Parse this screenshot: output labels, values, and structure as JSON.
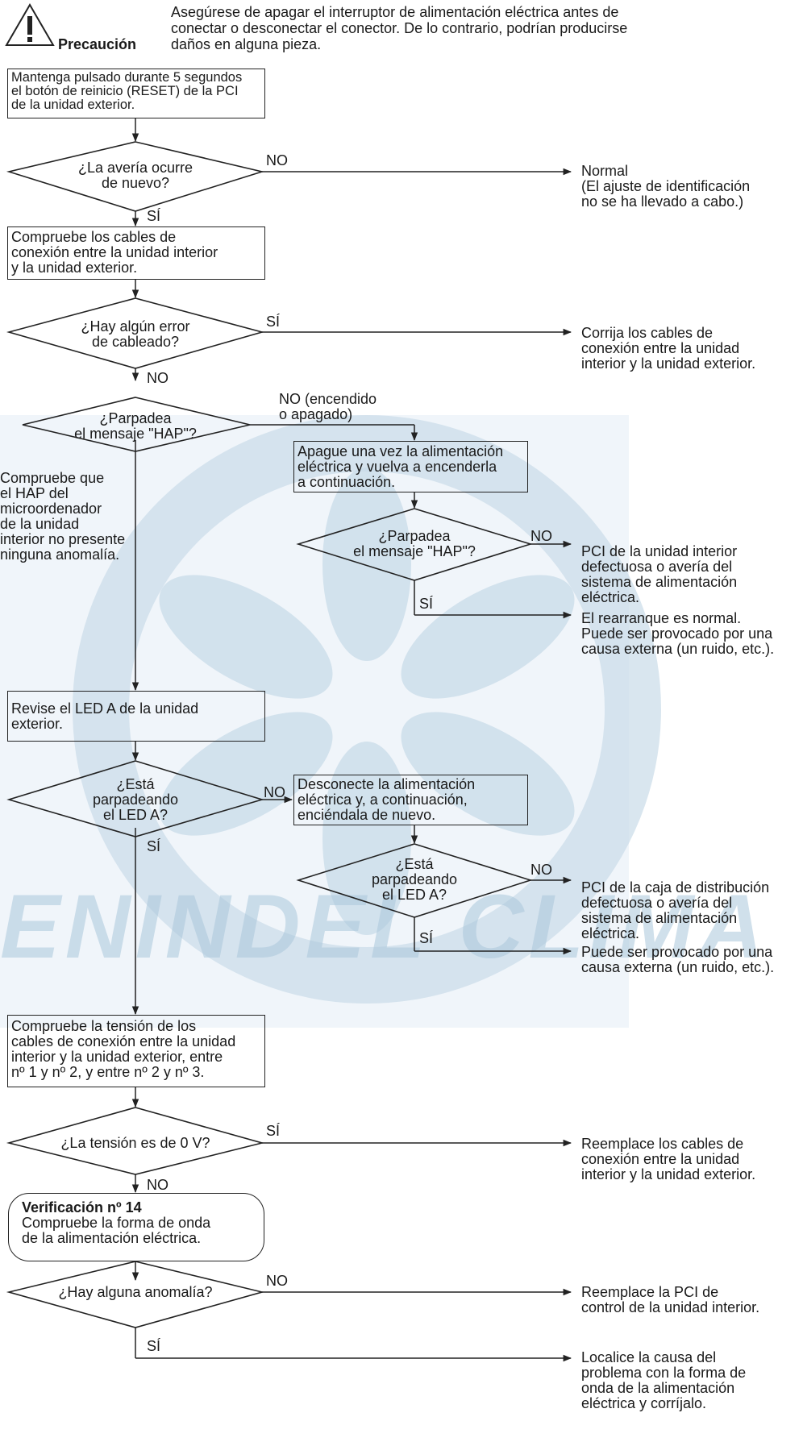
{
  "caution": {
    "label": "Precaución",
    "text_lines": [
      "Asegúrese de apagar el interruptor de alimentación eléctrica antes de",
      "conectar o desconectar el conector. De lo contrario, podrían producirse",
      "daños en alguna pieza."
    ]
  },
  "watermark": {
    "text": "ENINDEL CLIMA",
    "color": "#9ebfd6"
  },
  "steps": {
    "reset": [
      "Mantenga pulsado durante 5 segundos",
      "el botón de reinicio (RESET) de la PCI",
      "de la unidad exterior."
    ],
    "check_cables": [
      "Compruebe los cables de",
      "conexión entre la unidad interior",
      "y la unidad exterior."
    ],
    "power_cycle": [
      "Apague una vez la alimentación",
      "eléctrica y vuelva a encenderla",
      "a continuación."
    ],
    "check_led": [
      "Revise el LED A de la unidad",
      "exterior."
    ],
    "disconnect": [
      "Desconecte la alimentación",
      "eléctrica y, a continuación,",
      "enciéndala de nuevo."
    ],
    "check_voltage": [
      "Compruebe la tensión de los",
      "cables de conexión entre la unidad",
      "interior y la unidad exterior, entre",
      "nº 1 y nº 2, y entre nº 2 y nº 3."
    ],
    "verification_title": "Verificación nº 14",
    "verification": [
      "Compruebe la forma de onda",
      "de la alimentación eléctrica."
    ]
  },
  "decisions": {
    "d1": [
      "¿La avería ocurre",
      "de nuevo?"
    ],
    "d2": [
      "¿Hay algún error",
      "de cableado?"
    ],
    "d3": [
      "¿Parpadea",
      "el mensaje \"HAP\"?"
    ],
    "d4": [
      "¿Parpadea",
      "el mensaje \"HAP\"?"
    ],
    "d5": [
      "¿Está",
      "parpadeando",
      "el LED A?"
    ],
    "d6": [
      "¿Está",
      "parpadeando",
      "el LED A?"
    ],
    "d7": [
      "¿La tensión es de 0 V?"
    ],
    "d8": [
      "¿Hay alguna anomalía?"
    ]
  },
  "labels": {
    "yes": "SÍ",
    "no": "NO",
    "no_on_off": [
      "NO (encendido",
      "o apagado)"
    ]
  },
  "side_note": [
    "Compruebe que",
    "el HAP del",
    "microordenador",
    "de la unidad",
    "interior no presente",
    "ninguna anomalía."
  ],
  "results": {
    "r1": [
      "Normal",
      "(El ajuste de identificación",
      "no se ha llevado a cabo.)"
    ],
    "r2": [
      "Corrija los cables de",
      "conexión entre la unidad",
      "interior y la unidad exterior."
    ],
    "r3": [
      "PCI de la unidad interior",
      "defectuosa o avería del",
      "sistema de alimentación",
      "eléctrica."
    ],
    "r4": [
      "El rearranque es normal.",
      "Puede ser provocado por una",
      "causa externa (un ruido, etc.)."
    ],
    "r5": [
      "PCI de la caja de distribución",
      "defectuosa o avería del",
      "sistema de alimentación",
      "eléctrica."
    ],
    "r6": [
      "Puede ser provocado por una",
      "causa externa (un ruido, etc.)."
    ],
    "r7": [
      "Reemplace los cables de",
      "conexión entre la unidad",
      "interior y la unidad exterior."
    ],
    "r8": [
      "Reemplace la PCI de",
      "control de la unidad interior."
    ],
    "r9": [
      "Localice la causa del",
      "problema con la forma de",
      "onda de la alimentación",
      "eléctrica y corríjalo."
    ]
  }
}
